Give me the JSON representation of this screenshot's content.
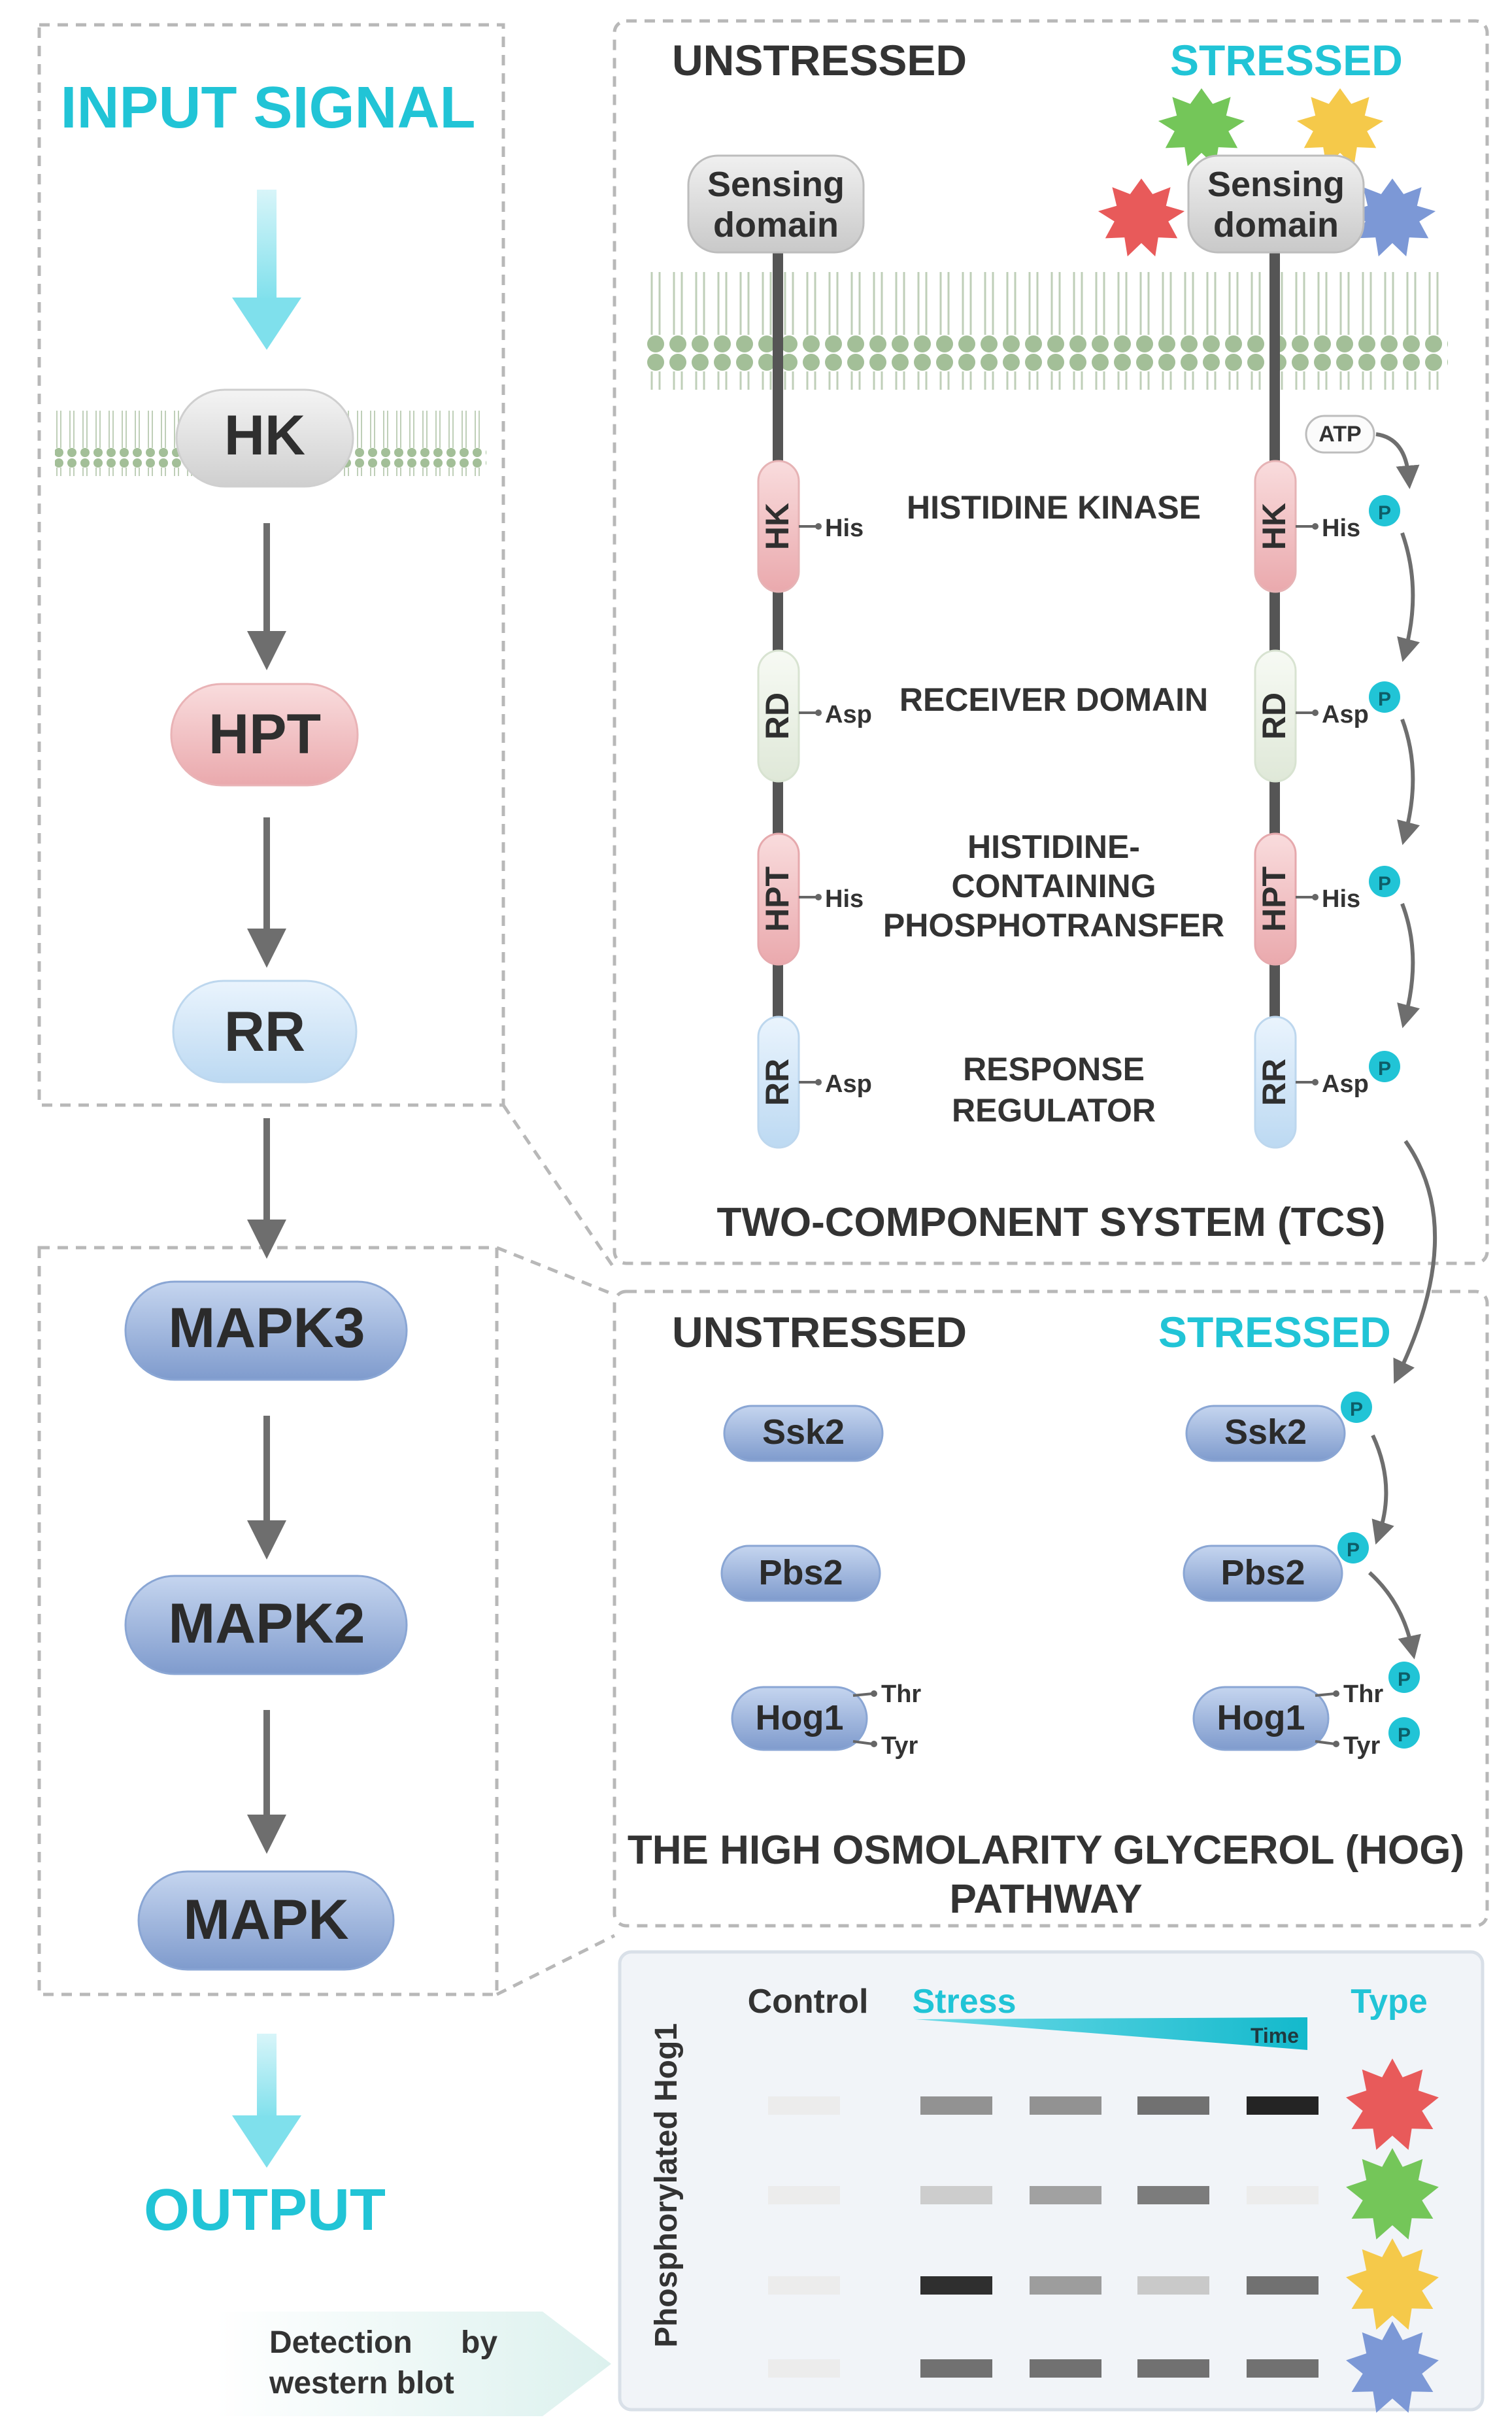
{
  "colors": {
    "cyan": "#21c4d6",
    "title_dark": "#333333",
    "hk_grey": "#e2e2e2",
    "hpt_pink": "#f2c4c6",
    "rr_blue": "#d4e7f7",
    "rd_green": "#eef3ea",
    "mapk_blue": "#9fb6dc",
    "membrane": "#9bb88f",
    "star_red": "#e85a5a",
    "star_green": "#74c659",
    "star_yellow": "#f5c94a",
    "star_blue": "#7c98d6"
  },
  "left_panel": {
    "input_signal": "INPUT SIGNAL",
    "hk": "HK",
    "hpt": "HPT",
    "rr": "RR",
    "mapk3": "MAPK3",
    "mapk2": "MAPK2",
    "mapk": "MAPK",
    "output": "OUTPUT",
    "detection": [
      "Detection",
      "by",
      "western blot"
    ]
  },
  "tcs_panel": {
    "unstressed": "UNSTRESSED",
    "stressed": "STRESSED",
    "sensing_domain": [
      "Sensing",
      "domain"
    ],
    "atp": "ATP",
    "phospho": "P",
    "rows": [
      {
        "abbr": "HK",
        "residue": "His",
        "name": [
          "HISTIDINE KINASE"
        ]
      },
      {
        "abbr": "RD",
        "residue": "Asp",
        "name": [
          "RECEIVER DOMAIN"
        ]
      },
      {
        "abbr": "HPT",
        "residue": "His",
        "name": [
          "HISTIDINE-",
          "CONTAINING",
          "PHOSPHOTRANSFER"
        ]
      },
      {
        "abbr": "RR",
        "residue": "Asp",
        "name": [
          "RESPONSE",
          "REGULATOR"
        ]
      }
    ],
    "title": "TWO-COMPONENT SYSTEM (TCS)"
  },
  "hog_panel": {
    "unstressed": "UNSTRESSED",
    "stressed": "STRESSED",
    "ssk2": "Ssk2",
    "pbs2": "Pbs2",
    "hog1": "Hog1",
    "thr": "Thr",
    "tyr": "Tyr",
    "title": [
      "THE HIGH OSMOLARITY GLYCEROL (HOG)",
      "PATHWAY"
    ]
  },
  "blot_panel": {
    "control": "Control",
    "stress": "Stress",
    "time": "Time",
    "type": "Type",
    "ylabel": "Phosphorylated Hog1",
    "rows": [
      {
        "star": "red",
        "bands": [
          0.04,
          0.45,
          0.45,
          0.6,
          0.95
        ]
      },
      {
        "star": "green",
        "bands": [
          0.04,
          0.18,
          0.38,
          0.55,
          0.04
        ]
      },
      {
        "star": "yellow",
        "bands": [
          0.04,
          0.9,
          0.4,
          0.2,
          0.6
        ]
      },
      {
        "star": "blue",
        "bands": [
          0.04,
          0.6,
          0.6,
          0.6,
          0.6
        ]
      }
    ]
  }
}
